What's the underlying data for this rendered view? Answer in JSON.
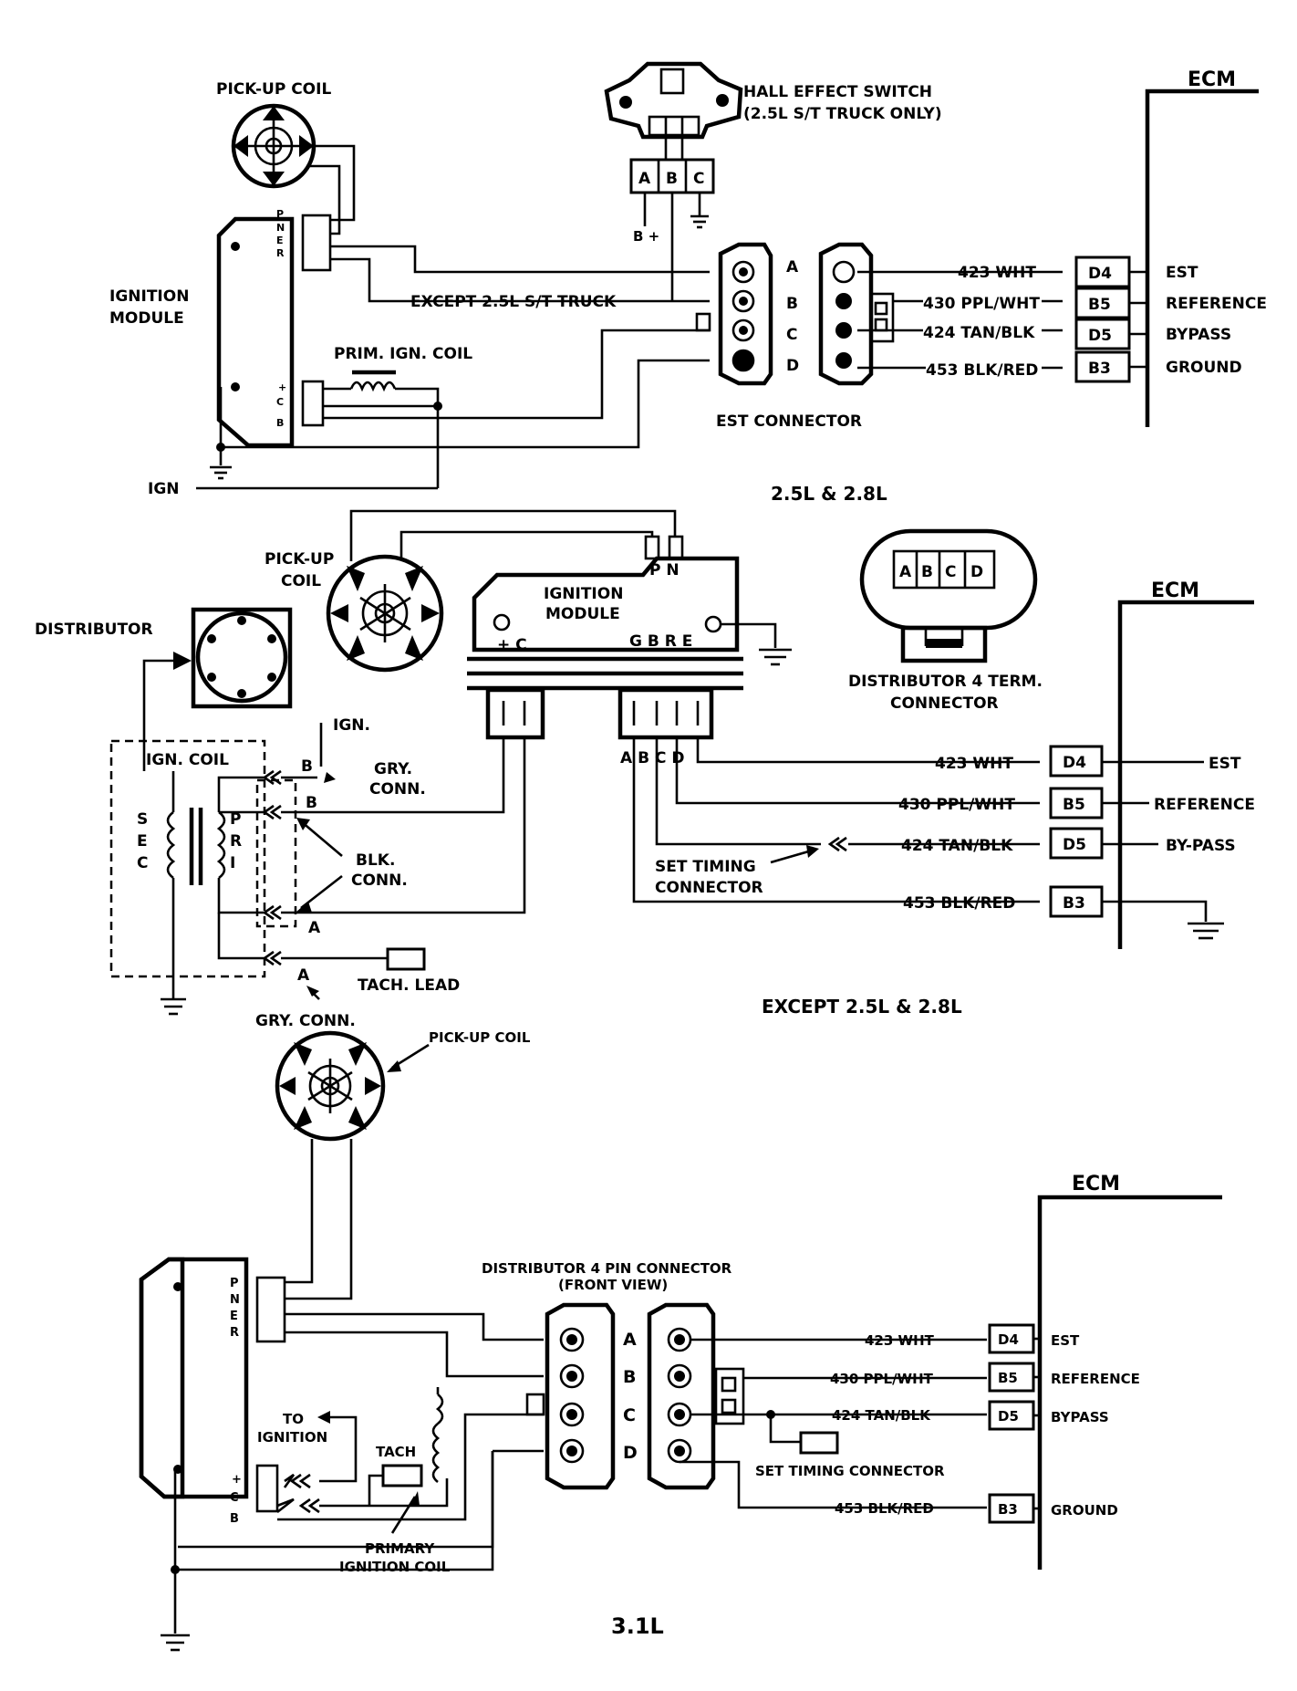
{
  "diagram": {
    "ecm": "ECM",
    "sections": {
      "s1_caption": "2.5L & 2.8L",
      "s2_caption": "EXCEPT 2.5L & 2.8L",
      "s3_caption": "3.1L"
    },
    "ecm_terminals": {
      "d4": "D4",
      "b5": "B5",
      "d5": "D5",
      "b3": "B3"
    },
    "ecm_circuits": {
      "est": "EST",
      "reference": "REFERENCE",
      "bypass": "BYPASS",
      "bypass_hyphen": "BY-PASS",
      "ground": "GROUND"
    },
    "wires": {
      "w423": "423 WHT",
      "w430": "430 PPL/WHT",
      "w424": "424 TAN/BLK",
      "w453": "453 BLK/RED"
    },
    "pins": {
      "a": "A",
      "b": "B",
      "c": "C",
      "d": "D"
    },
    "module_pins": {
      "p": "P",
      "n": "N",
      "e": "E",
      "r": "R",
      "plus": "+",
      "c": "C",
      "b": "B",
      "pn": "P N",
      "gbre": "G B R E",
      "plus_c": "+ C",
      "abcd": "A B C D"
    },
    "labels": {
      "pickup_coil": "PICK-UP COIL",
      "pickup_l1": "PICK-UP",
      "pickup_l2": "COIL",
      "hall_l1": "HALL EFFECT SWITCH",
      "hall_l2": "(2.5L S/T TRUCK ONLY)",
      "ignition_l1": "IGNITION",
      "ignition_l2": "MODULE",
      "except_truck": "EXCEPT 2.5L S/T TRUCK",
      "prim_ign_coil": "PRIM. IGN. COIL",
      "est_connector": "EST CONNECTOR",
      "b_plus": "B +",
      "ign": "IGN",
      "distributor": "DISTRIBUTOR",
      "dist4_l1": "DISTRIBUTOR 4 TERM.",
      "dist4_l2": "CONNECTOR",
      "ign_dot": "IGN.",
      "ign_coil": "IGN. COIL",
      "gry_l1": "GRY.",
      "conn": "CONN.",
      "blk_l1": "BLK.",
      "sec_s": "S",
      "sec_e": "E",
      "sec_c": "C",
      "pri_p": "P",
      "pri_r": "R",
      "pri_i": "I",
      "tach_lead": "TACH. LEAD",
      "gry_conn": "GRY. CONN.",
      "set_timing_l1": "SET TIMING",
      "set_timing_l2": "CONNECTOR",
      "dist4pin_l1": "DISTRIBUTOR 4 PIN CONNECTOR",
      "dist4pin_l2": "(FRONT VIEW)",
      "to": "TO",
      "ignition": "IGNITION",
      "tach": "TACH",
      "primary_l1": "PRIMARY",
      "primary_l2": "IGNITION COIL",
      "set_timing_connector": "SET TIMING CONNECTOR"
    }
  }
}
